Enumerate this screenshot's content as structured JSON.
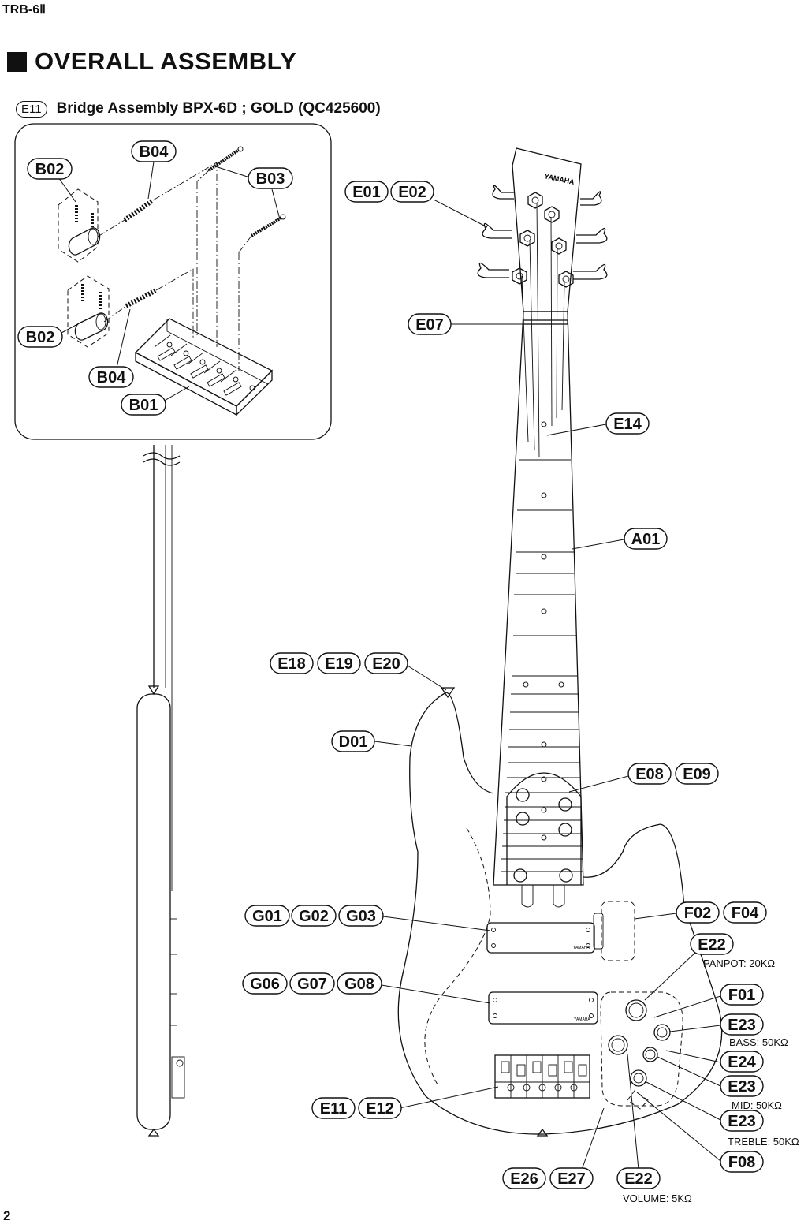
{
  "header": {
    "model": "TRB-6Ⅱ",
    "page_number": "2"
  },
  "section": {
    "title": "OVERALL ASSEMBLY"
  },
  "subassembly": {
    "tag": "E11",
    "title": "Bridge Assembly BPX-6D ; GOLD (QC425600)"
  },
  "brand_logo": "YAMAHA",
  "callouts": {
    "inset": {
      "b04_top": "B04",
      "b02_top": "B02",
      "b03": "B03",
      "b02_bottom": "B02",
      "b04_bottom": "B04",
      "b01": "B01"
    },
    "e01": "E01",
    "e02": "E02",
    "e07": "E07",
    "e14": "E14",
    "a01": "A01",
    "e18": "E18",
    "e19": "E19",
    "e20": "E20",
    "d01": "D01",
    "e08": "E08",
    "e09": "E09",
    "g01": "G01",
    "g02": "G02",
    "g03": "G03",
    "f02": "F02",
    "f04": "F04",
    "e22_panpot": "E22",
    "f01": "F01",
    "g06": "G06",
    "g07": "G07",
    "g08": "G08",
    "e23_bass": "E23",
    "e24": "E24",
    "e23_mid": "E23",
    "e11": "E11",
    "e12": "E12",
    "e23_treble": "E23",
    "f08": "F08",
    "e26": "E26",
    "e27": "E27",
    "e22_volume": "E22"
  },
  "notes": {
    "panpot": "PANPOT: 20KΩ",
    "bass": "BASS: 50KΩ",
    "mid": "MID: 50KΩ",
    "treble": "TREBLE: 50KΩ",
    "volume": "VOLUME: 5KΩ"
  }
}
